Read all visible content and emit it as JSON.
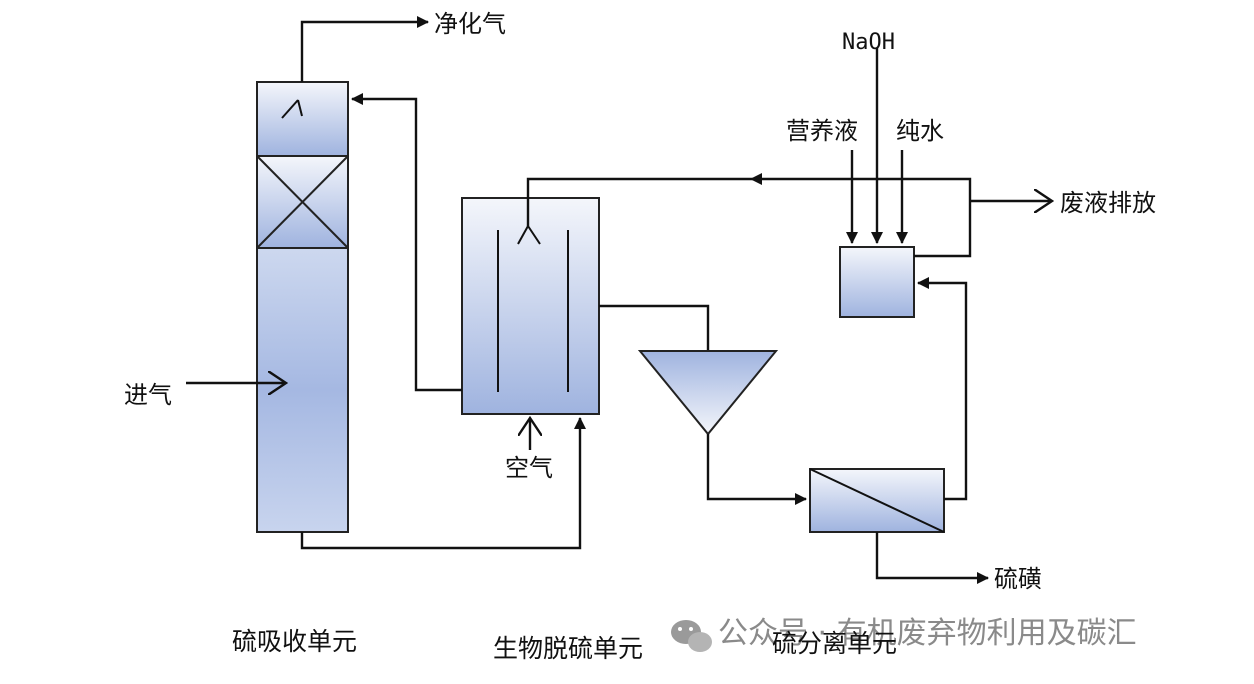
{
  "diagram": {
    "nodes": {
      "purified_gas": "净化气",
      "inlet_gas": "进气",
      "air": "空气",
      "naoh": "NaOH",
      "nutrient": "营养液",
      "pure_water": "纯水",
      "waste_discharge": "废液排放",
      "sulfur": "硫磺"
    },
    "units": {
      "absorption": "硫吸收单元",
      "bio_desulfurization": "生物脱硫单元",
      "separation": "硫分离单元"
    }
  },
  "watermark": {
    "icon": "wechat-icon",
    "text": "公众号 · 有机废弃物利用及碳汇"
  },
  "colors": {
    "vessel_top": "#f2f5fb",
    "vessel_bottom": "#9fb3df",
    "line": "#111111",
    "watermark": "#8a8a8a"
  }
}
